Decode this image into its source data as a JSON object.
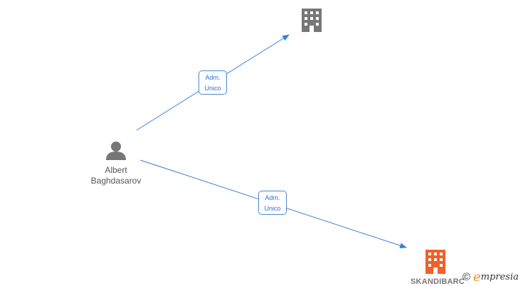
{
  "nodes": {
    "person": {
      "name_line1": "Albert",
      "name_line2": "Baghdasarov",
      "icon": "person-icon",
      "color": "#777777"
    },
    "company_top": {
      "name": "",
      "icon": "building-icon",
      "color": "#777777"
    },
    "company_bottom": {
      "name": "SKANDIBARC",
      "icon": "building-icon",
      "color": "#f0612a"
    }
  },
  "edges": [
    {
      "from": "person",
      "to": "company_top",
      "label_line1": "Adm.",
      "label_line2": "Unico",
      "color": "#3d7fd9"
    },
    {
      "from": "person",
      "to": "company_bottom",
      "label_line1": "Adm.",
      "label_line2": "Unico",
      "color": "#3d7fd9"
    }
  ],
  "watermark": {
    "copyright": "©",
    "brand_initial": "e",
    "brand_rest": "mpresia"
  }
}
